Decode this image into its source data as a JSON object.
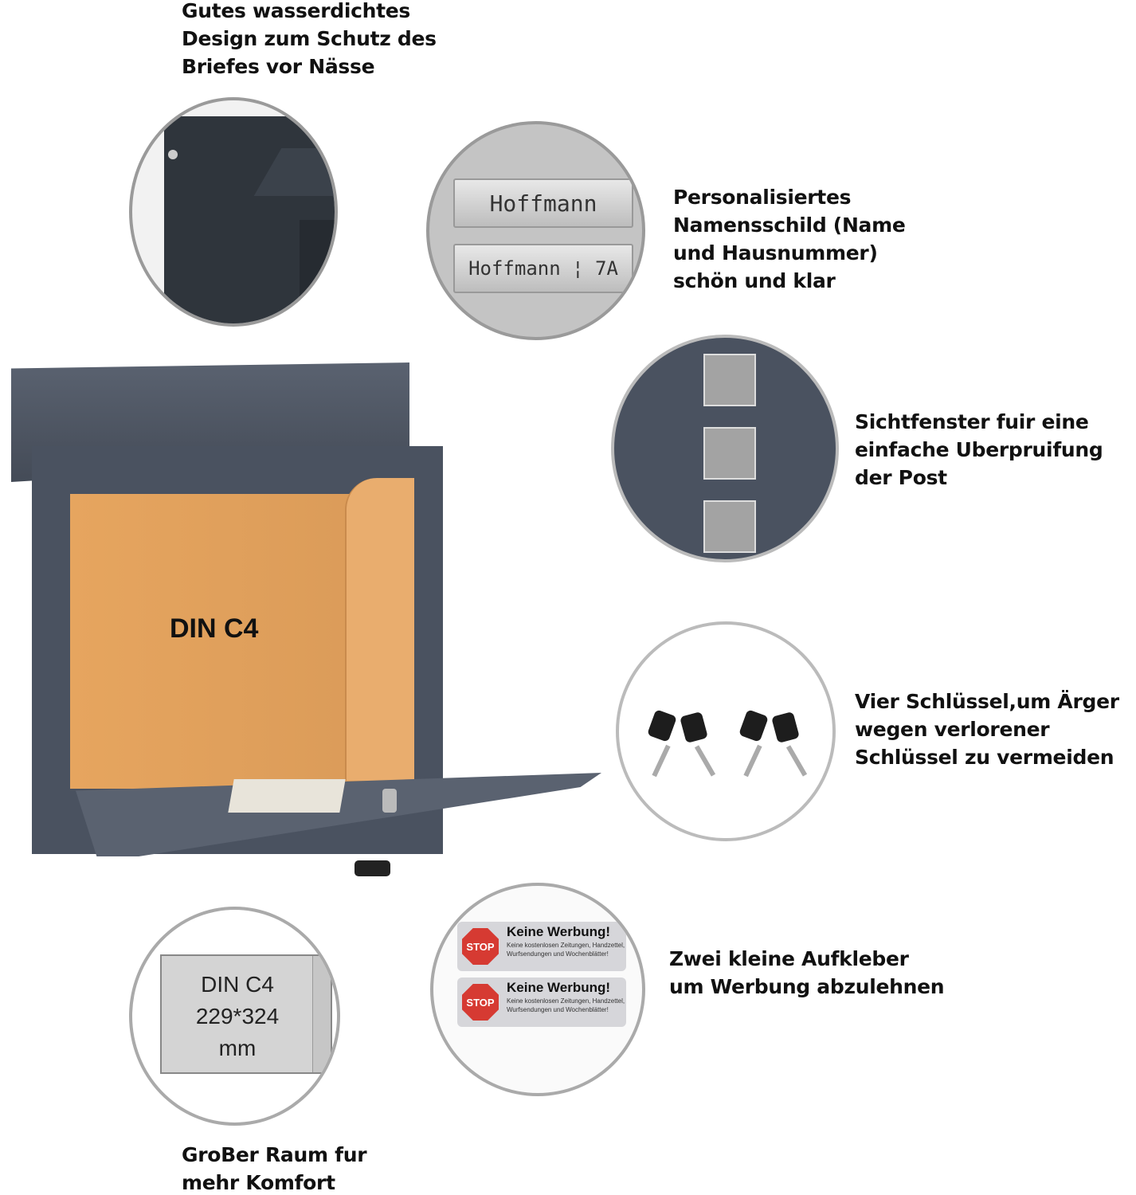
{
  "features": {
    "waterproof": "Gutes wasserdichtes\nDesign zum Schutz des\nBriefes vor Nässe",
    "nameplate": "Personalisiertes\nNamensschild (Name\nund Hausnummer)\nschön und klar",
    "window": "Sichtfenster fuir eine\neinfache Uberpruifung\nder Post",
    "keys": "Vier Schlüssel,um Ärger\nwegen verlorener\nSchlüssel zu vermeiden",
    "stickers": "Zwei kleine Aufkleber\num Werbung abzulehnen",
    "space": "GroBer Raum fur\nmehr Komfort"
  },
  "nameplates": [
    "Hoffmann",
    "Hoffmann ¦ 7A"
  ],
  "envelope_label": "DIN C4",
  "din": {
    "line1": "DIN C4",
    "line2": "229*324",
    "line3": "mm"
  },
  "sticker": {
    "stop": "STOP",
    "heading": "Keine Werbung!",
    "text": "Keine kostenlosen Zeitungen, Handzettel, Wurfsendungen und Wochenblätter!"
  },
  "colors": {
    "mailbox": "#4a5260",
    "envelope": "#e0a060"
  }
}
